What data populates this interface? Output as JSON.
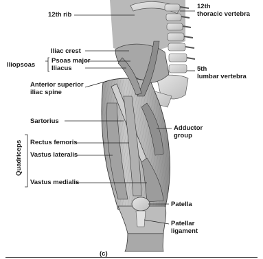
{
  "labels": {
    "rib12": "12th rib",
    "thoracic1": "12th",
    "thoracic2": "thoracic vertebra",
    "iliac_crest": "Iliac crest",
    "iliopsoas": "Iliopsoas",
    "psoas_major": "Psoas major",
    "iliacus": "Iliacus",
    "lumbar1": "5th",
    "lumbar2": "lumbar vertebra",
    "asis1": "Anterior superior",
    "asis2": "iliac spine",
    "sartorius": "Sartorius",
    "adductor1": "Adductor",
    "adductor2": "group",
    "quadriceps": "Quadriceps",
    "rectus_femoris": "Rectus femoris",
    "vastus_lateralis": "Vastus lateralis",
    "vastus_medialis": "Vastus medialis",
    "patella": "Patella",
    "patellar1": "Patellar",
    "patellar2": "ligament",
    "panel": "(c)"
  }
}
